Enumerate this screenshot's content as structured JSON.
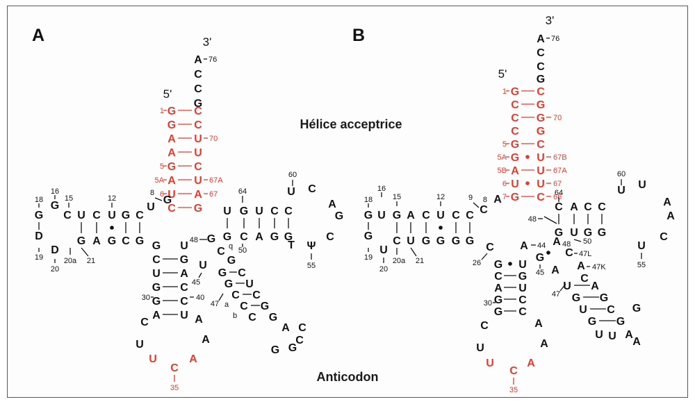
{
  "panels": [
    {
      "id": "A",
      "label": "A"
    },
    {
      "id": "B",
      "label": "B"
    }
  ],
  "labels": {
    "acceptor_helix": "Hélice acceptrice",
    "anticodon": "Anticodon"
  },
  "colors": {
    "highlight": "#e53b2f",
    "base": "#111111",
    "frame": "#555555"
  },
  "structure_A": {
    "three_prime_label": "3'",
    "five_prime_label": "5'",
    "acceptor_tail": [
      "A",
      "C",
      "C",
      "G"
    ],
    "acceptor_pairs": [
      {
        "num": "1",
        "left": "G",
        "right": "C",
        "bond": "—",
        "rnum": ""
      },
      {
        "num": "",
        "left": "G",
        "right": "C",
        "bond": "—",
        "rnum": ""
      },
      {
        "num": "",
        "left": "A",
        "right": "U",
        "bond": "—",
        "rnum": "70"
      },
      {
        "num": "",
        "left": "A",
        "right": "U",
        "bond": "—",
        "rnum": ""
      },
      {
        "num": "5",
        "left": "G",
        "right": "C",
        "bond": "—",
        "rnum": ""
      },
      {
        "num": "5A",
        "left": "A",
        "right": "U",
        "bond": "—",
        "rnum": "67A"
      },
      {
        "num": "6",
        "left": "U",
        "right": "A",
        "bond": "—",
        "rnum": "67"
      },
      {
        "num": "",
        "left": "C",
        "right": "G",
        "bond": "—",
        "rnum": ""
      }
    ],
    "d_arm": {
      "top": [
        "C",
        "U",
        "C",
        "U",
        "G",
        "C"
      ],
      "bonds": [
        "|",
        "|",
        "•",
        "|",
        "|"
      ],
      "bottom": [
        "G",
        "A",
        "G",
        "C",
        "G"
      ],
      "loop": [
        "G",
        "G",
        "D"
      ],
      "connector": [
        "U",
        "G"
      ]
    },
    "anticodon_stem": [
      {
        "left": "G",
        "right": "U"
      },
      {
        "left": "C",
        "right": "G"
      },
      {
        "left": "U",
        "right": "A"
      },
      {
        "left": "G",
        "right": "C"
      },
      {
        "left": "G",
        "right": "C"
      },
      {
        "left": "A",
        "right": "U"
      }
    ],
    "anticodon_loop": {
      "left": [
        "C",
        "U"
      ],
      "codon": [
        "U",
        "C",
        "A"
      ],
      "right": [
        "A",
        "A"
      ]
    },
    "variable_arm": {
      "entry": [
        "G",
        "U",
        "C",
        "G"
      ],
      "strand_a": [
        "G",
        "G",
        "C",
        "C",
        "C"
      ],
      "strand_b": [
        "C",
        "U",
        "C",
        "G",
        "G",
        "A"
      ],
      "strand_c": [
        "G",
        "G",
        "C",
        "C"
      ]
    },
    "t_arm": {
      "top": [
        "U",
        "G",
        "U",
        "C",
        "C"
      ],
      "bottom": [
        "G",
        "C",
        "A",
        "G",
        "G",
        "T"
      ],
      "loop": [
        "U",
        "C",
        "A",
        "G",
        "C",
        "Ψ"
      ]
    },
    "numbers": {
      "n8": "8",
      "n12": "12",
      "n15": "15",
      "n16": "16",
      "n18": "18",
      "n19": "19",
      "n20": "20",
      "n20a": "20a",
      "n21": "21",
      "n30": "30",
      "n35": "35",
      "n40": "40",
      "n45": "45",
      "n47": "47",
      "n48": "48",
      "n50": "50",
      "n55": "55",
      "n60": "60",
      "n64": "64",
      "n76": "76",
      "qa": "a",
      "qb": "b",
      "qq": "q"
    }
  },
  "structure_B": {
    "three_prime_label": "3'",
    "five_prime_label": "5'",
    "acceptor_tail": [
      "A",
      "C",
      "C",
      "G"
    ],
    "acceptor_pairs": [
      {
        "num": "1",
        "left": "G",
        "right": "C",
        "bond": "—",
        "rnum": ""
      },
      {
        "num": "",
        "left": "C",
        "right": "G",
        "bond": "—",
        "rnum": ""
      },
      {
        "num": "",
        "left": "C",
        "right": "G",
        "bond": "—",
        "rnum": "70"
      },
      {
        "num": "",
        "left": "C",
        "right": "G",
        "bond": "",
        "rnum": ""
      },
      {
        "num": "5",
        "left": "G",
        "right": "C",
        "bond": "—",
        "rnum": ""
      },
      {
        "num": "5A",
        "left": "G",
        "right": "U",
        "bond": "•",
        "rnum": "67B"
      },
      {
        "num": "5B",
        "left": "A",
        "right": "U",
        "bond": "—",
        "rnum": "67A"
      },
      {
        "num": "6",
        "left": "U",
        "right": "U",
        "bond": "•",
        "rnum": "67"
      },
      {
        "num": "7",
        "left": "G",
        "right": "C",
        "bond": "—",
        "rnum": "66"
      }
    ],
    "d_arm": {
      "top": [
        "U",
        "G",
        "A",
        "C",
        "U",
        "C",
        "C"
      ],
      "bonds": [
        "|",
        "|",
        "|",
        "•",
        "|",
        "|"
      ],
      "bottom": [
        "C",
        "U",
        "G",
        "G",
        "G",
        "G"
      ],
      "loop": [
        "G",
        "G",
        "U"
      ],
      "connector": [
        "A",
        "C"
      ]
    },
    "anticodon_stem": [
      {
        "left": "G",
        "right": "U"
      },
      {
        "left": "C",
        "right": "G"
      },
      {
        "left": "A",
        "right": "U"
      },
      {
        "left": "G",
        "right": "C"
      },
      {
        "left": "G",
        "right": "C"
      }
    ],
    "anticodon_loop": {
      "left": [
        "C",
        "U"
      ],
      "codon": [
        "U",
        "C",
        "A"
      ],
      "right": [
        "A",
        "A"
      ]
    },
    "variable_arm": {
      "entry": [
        "A",
        "A",
        "G",
        "C",
        "A"
      ],
      "strand_a": [
        "U",
        "G",
        "U",
        "G",
        "U"
      ],
      "strand_b": [
        "C",
        "A",
        "G",
        "C",
        "G",
        "A"
      ]
    },
    "t_arm": {
      "top": [
        "C",
        "A",
        "C",
        "C"
      ],
      "bottom": [
        "G",
        "U",
        "G",
        "G"
      ],
      "loop": [
        "U",
        "U",
        "A",
        "A",
        "C",
        "U"
      ]
    },
    "numbers": {
      "n8": "8",
      "n9": "9",
      "n12": "12",
      "n15": "15",
      "n16": "16",
      "n18": "18",
      "n19": "19",
      "n20": "20",
      "n20a": "20a",
      "n21": "21",
      "n26": "26",
      "n30": "30",
      "n35": "35",
      "n44": "44",
      "n45": "45",
      "n47": "47",
      "n47K": "47K",
      "n47L": "47L",
      "n48": "48",
      "n50": "50",
      "n55": "55",
      "n60": "60",
      "n64": "64",
      "n76": "76"
    }
  }
}
